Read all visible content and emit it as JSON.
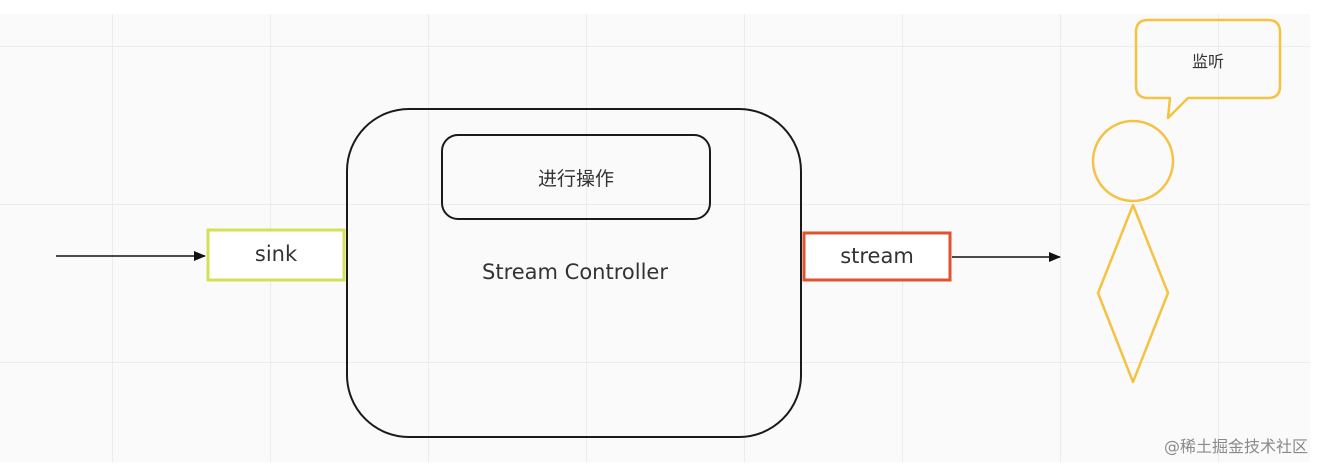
{
  "diagram": {
    "controller_label": "Stream Controller",
    "operation_label": "进行操作",
    "sink_label": "sink",
    "stream_label": "stream",
    "listen_label": "监听"
  },
  "watermark": "@稀土掘金技术社区",
  "colors": {
    "sink_border": "#d4e157",
    "stream_border": "#e2522f",
    "listener": "#f5c242",
    "controller_border": "#1a1a1a",
    "arrow": "#111111"
  }
}
